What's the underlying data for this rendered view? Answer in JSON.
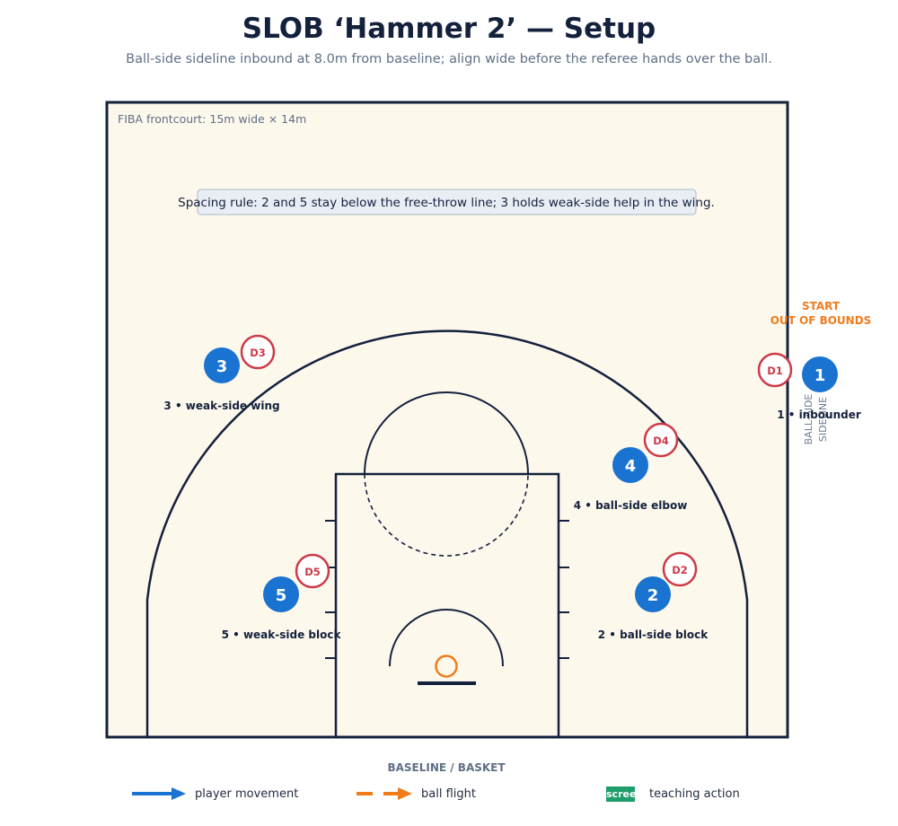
{
  "header": {
    "title": "SLOB ‘Hammer 2’ — Setup",
    "subtitle": "Ball-side sideline inbound at 8.0m from baseline; align wide before the referee hands over the ball."
  },
  "court": {
    "caption": "FIBA frontcourt: 15m wide × 14m",
    "spacing_note": "Spacing rule: 2 and 5 stay below the free-throw line; 3 holds weak-side help in the wing.",
    "start_label_line1": "START",
    "start_label_line2": "OUT OF BOUNDS",
    "sideline_label_line1": "BALL-SIDE",
    "sideline_label_line2": "SIDELINE",
    "baseline_label": "BASELINE / BASKET"
  },
  "offense": [
    {
      "number": "1",
      "label": "1 • inbounder"
    },
    {
      "number": "2",
      "label": "2 • ball-side block"
    },
    {
      "number": "3",
      "label": "3 • weak-side wing"
    },
    {
      "number": "4",
      "label": "4 • ball-side elbow"
    },
    {
      "number": "5",
      "label": "5 • weak-side block"
    }
  ],
  "defense": [
    {
      "label": "D1"
    },
    {
      "label": "D2"
    },
    {
      "label": "D3"
    },
    {
      "label": "D4"
    },
    {
      "label": "D5"
    }
  ],
  "legend": {
    "movement": "player movement",
    "ball": "ball flight",
    "screen_chip": "screen",
    "teaching": "teaching action"
  },
  "colors": {
    "court_fill": "#fdf8ec",
    "line": "#14213d",
    "offense": "#1a73d0",
    "defense": "#cc3a48",
    "ball": "#f07c1c",
    "screen": "#1f9d6b",
    "start_label": "#f07c1c"
  }
}
